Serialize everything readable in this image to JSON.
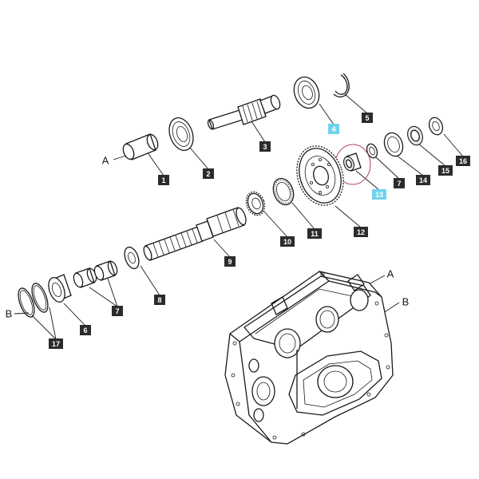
{
  "callouts": [
    {
      "id": "tag-1",
      "text": "1",
      "highlight": false
    },
    {
      "id": "tag-2",
      "text": "2",
      "highlight": false
    },
    {
      "id": "tag-3",
      "text": "3",
      "highlight": false
    },
    {
      "id": "tag-4",
      "text": "4",
      "highlight": true
    },
    {
      "id": "tag-5",
      "text": "5",
      "highlight": false
    },
    {
      "id": "tag-6",
      "text": "6",
      "highlight": false
    },
    {
      "id": "tag-7a",
      "text": "7",
      "highlight": false
    },
    {
      "id": "tag-7b",
      "text": "7",
      "highlight": false
    },
    {
      "id": "tag-8",
      "text": "8",
      "highlight": false
    },
    {
      "id": "tag-9",
      "text": "9",
      "highlight": false
    },
    {
      "id": "tag-10",
      "text": "10",
      "highlight": false
    },
    {
      "id": "tag-11",
      "text": "11",
      "highlight": false
    },
    {
      "id": "tag-12",
      "text": "12",
      "highlight": false
    },
    {
      "id": "tag-13",
      "text": "13",
      "highlight": true
    },
    {
      "id": "tag-14",
      "text": "14",
      "highlight": false
    },
    {
      "id": "tag-15",
      "text": "15",
      "highlight": false
    },
    {
      "id": "tag-16",
      "text": "16",
      "highlight": false
    },
    {
      "id": "tag-17",
      "text": "17",
      "highlight": false
    }
  ],
  "letters": {
    "a_left": "A",
    "b_left": "B",
    "a_housing": "A",
    "b_housing": "B"
  },
  "colors": {
    "callout_bg": "#2b2b2b",
    "callout_highlight_bg": "#6fd3ee",
    "callout_text": "#ffffff",
    "highlight_ring": "#b0485a",
    "line": "#1a1a1a"
  }
}
